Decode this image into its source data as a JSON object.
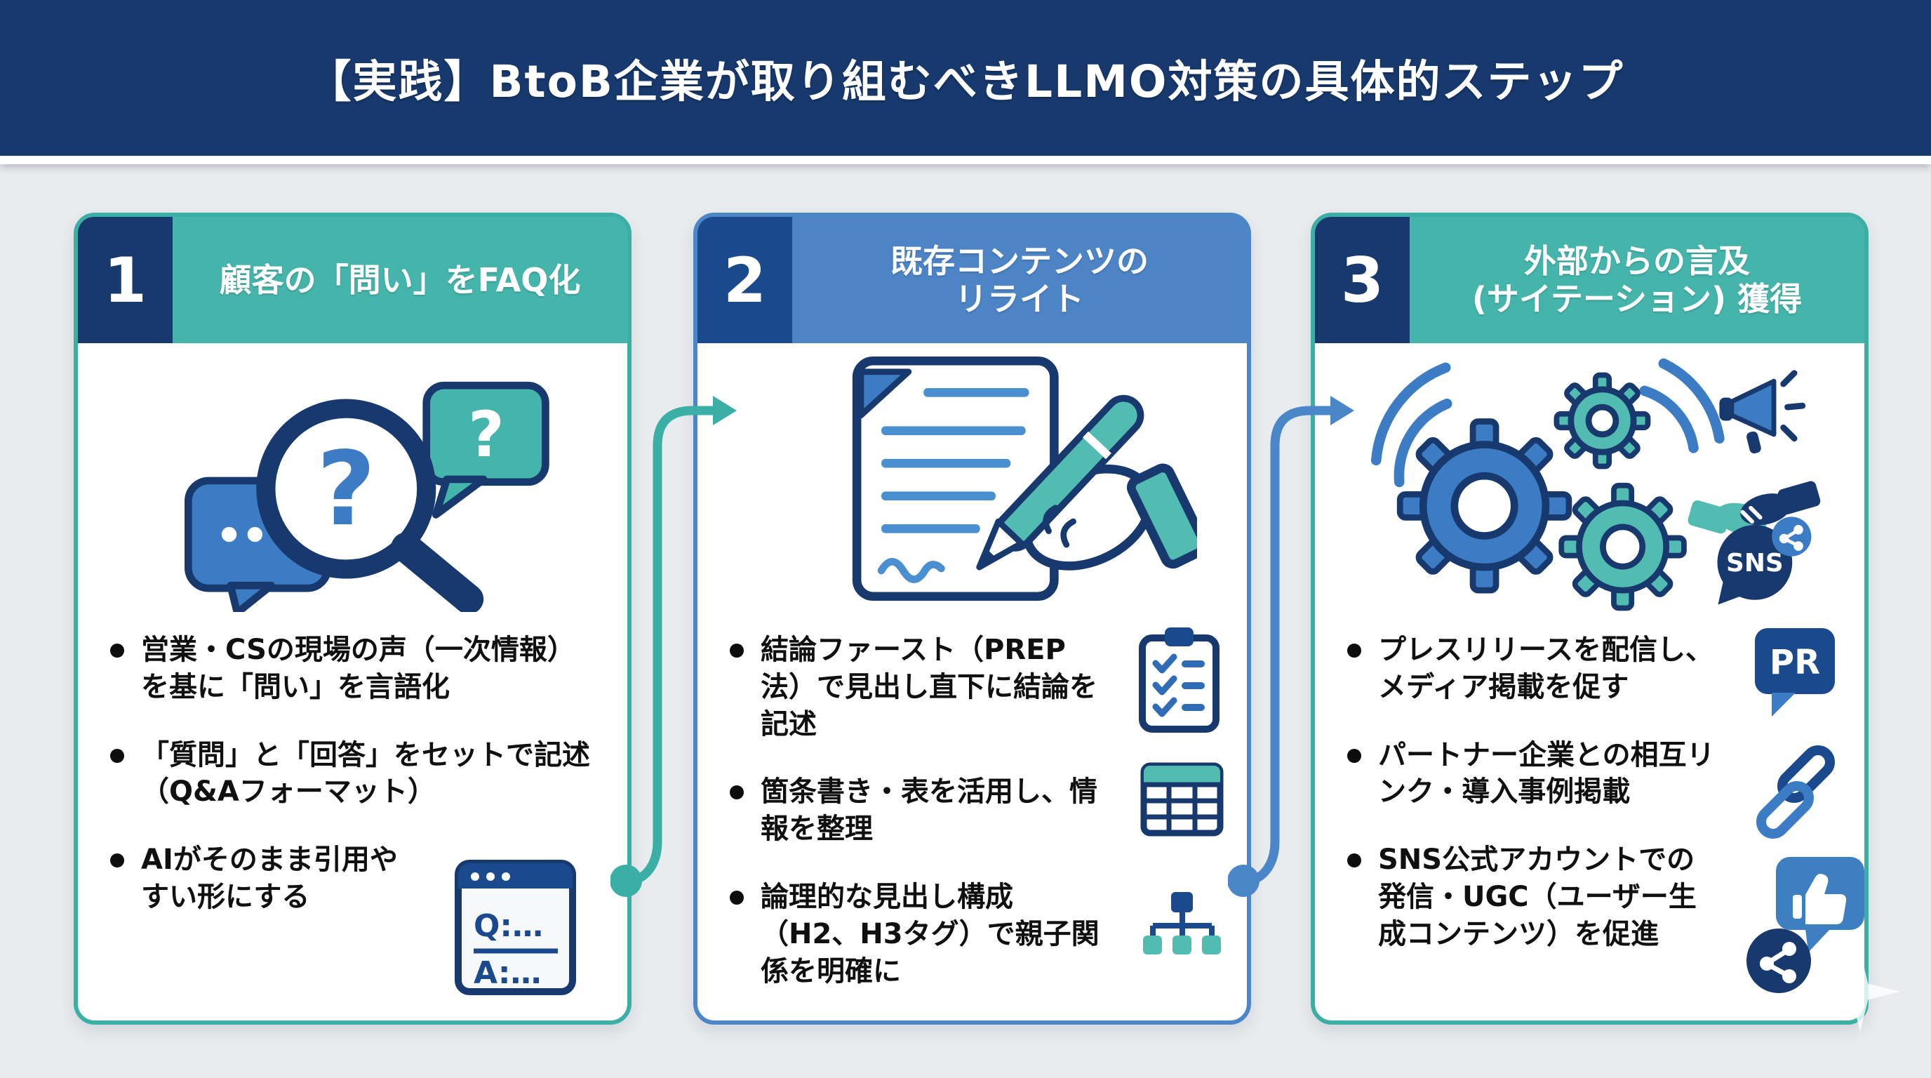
{
  "title": "【実践】BtoB企業が取り組むべきLLMO対策の具体的ステップ",
  "colors": {
    "title_bar": "#17396E",
    "background": "#E9ECEE",
    "card_border_teal": "#3BAFA6",
    "card_border_blue": "#4A86C8",
    "header_teal": "#45B5AB",
    "header_blue": "#4C84C6",
    "number_box_navy": "#17396E",
    "number_box_blue": "#1A4A8D",
    "arrow_1": "#3BAFA6",
    "arrow_2": "#4A86C8",
    "bullet_text": "#101010"
  },
  "cards": [
    {
      "number": "1",
      "title": "顧客の「問い」をFAQ化",
      "bullets": [
        "営業・CSの現場の声（一次情報）を基に「問い」を言語化",
        "「質問」と「回答」をセットで記述（Q&Aフォーマット）",
        "AIがそのまま引用やすい形にする"
      ],
      "qa_window": {
        "q": "Q:…",
        "a": "A:…"
      }
    },
    {
      "number": "2",
      "title": "既存コンテンツの\nリライト",
      "bullets": [
        "結論ファースト（PREP法）で見出し直下に結論を記述",
        "箇条書き・表を活用し、情報を整理",
        "論理的な見出し構成（H2、H3タグ）で親子関係を明確に"
      ]
    },
    {
      "number": "3",
      "title": "外部からの言及\n(サイテーション) 獲得",
      "bullets": [
        "プレスリリースを配信し、メディア掲載を促す",
        "パートナー企業との相互リンク・導入事例掲載",
        "SNS公式アカウントでの発信・UGC（ユーザー生成コンテンツ）を促進"
      ],
      "labels": {
        "pr": "PR",
        "sns": "SNS"
      }
    }
  ]
}
